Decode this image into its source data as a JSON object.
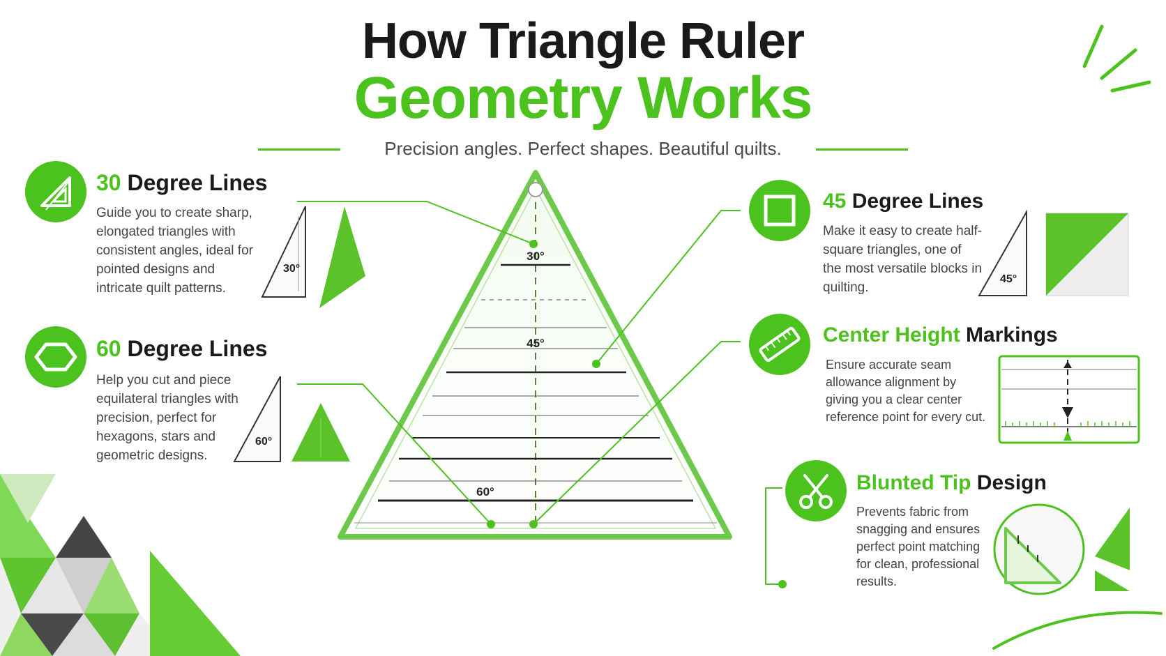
{
  "header": {
    "title_line1": "How Triangle Ruler",
    "title_line2": "Geometry Works",
    "tagline": "Precision angles. Perfect shapes. Beautiful quilts."
  },
  "features": {
    "deg30": {
      "num": "30",
      "label": "Degree Lines",
      "desc": "Guide you to create sharp, elongated triangles with consistent angles, ideal for pointed designs and intricate quilt patterns.",
      "icon": "ruler-triangle-icon",
      "angle": "30°"
    },
    "deg60": {
      "num": "60",
      "label": "Degree Lines",
      "desc": "Help you cut and piece equilateral triangles with precision, perfect for hexagons, stars and geometric designs.",
      "icon": "hexagon-icon",
      "angle": "60°"
    },
    "deg45": {
      "num": "45",
      "label": "Degree Lines",
      "desc": "Make it easy to create half-square triangles, one of the most versatile blocks in quilting.",
      "icon": "square-icon",
      "angle": "45°"
    },
    "center": {
      "green_label": "Center Height",
      "label": "Markings",
      "desc": "Ensure accurate seam allowance alignment by giving you a clear center reference point for every cut.",
      "icon": "ruler-icon"
    },
    "blunt": {
      "green_label": "Blunted Tip",
      "label": "Design",
      "desc": "Prevents fabric from snagging and ensures perfect point matching for clean, professional results.",
      "icon": "scissors-icon"
    }
  },
  "ruler_labels": {
    "a30": "30°",
    "a45": "45°",
    "a60": "60°"
  },
  "colors": {
    "accent": "#4cc21e",
    "dark": "#1a1a1a",
    "text": "#444444"
  }
}
